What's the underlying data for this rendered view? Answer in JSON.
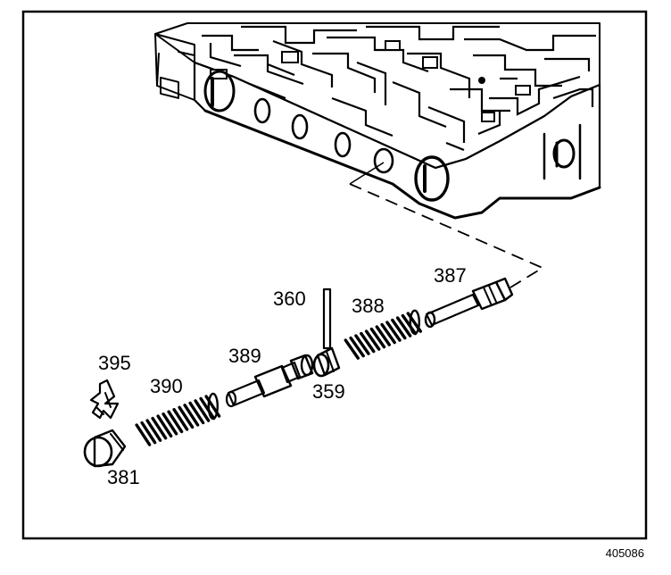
{
  "figure": {
    "number": "405086",
    "subject": "valve-body-bore-assembly"
  },
  "parts": [
    {
      "id": "387",
      "label": "387",
      "name": "valve"
    },
    {
      "id": "388",
      "label": "388",
      "name": "spring"
    },
    {
      "id": "360",
      "label": "360",
      "name": "pin"
    },
    {
      "id": "359",
      "label": "359",
      "name": "sleeve"
    },
    {
      "id": "389",
      "label": "389",
      "name": "valve"
    },
    {
      "id": "390",
      "label": "390",
      "name": "spring"
    },
    {
      "id": "395",
      "label": "395",
      "name": "retainer-clip"
    },
    {
      "id": "381",
      "label": "381",
      "name": "plug"
    }
  ],
  "colors": {
    "ink": "#000000",
    "paper": "#ffffff"
  }
}
